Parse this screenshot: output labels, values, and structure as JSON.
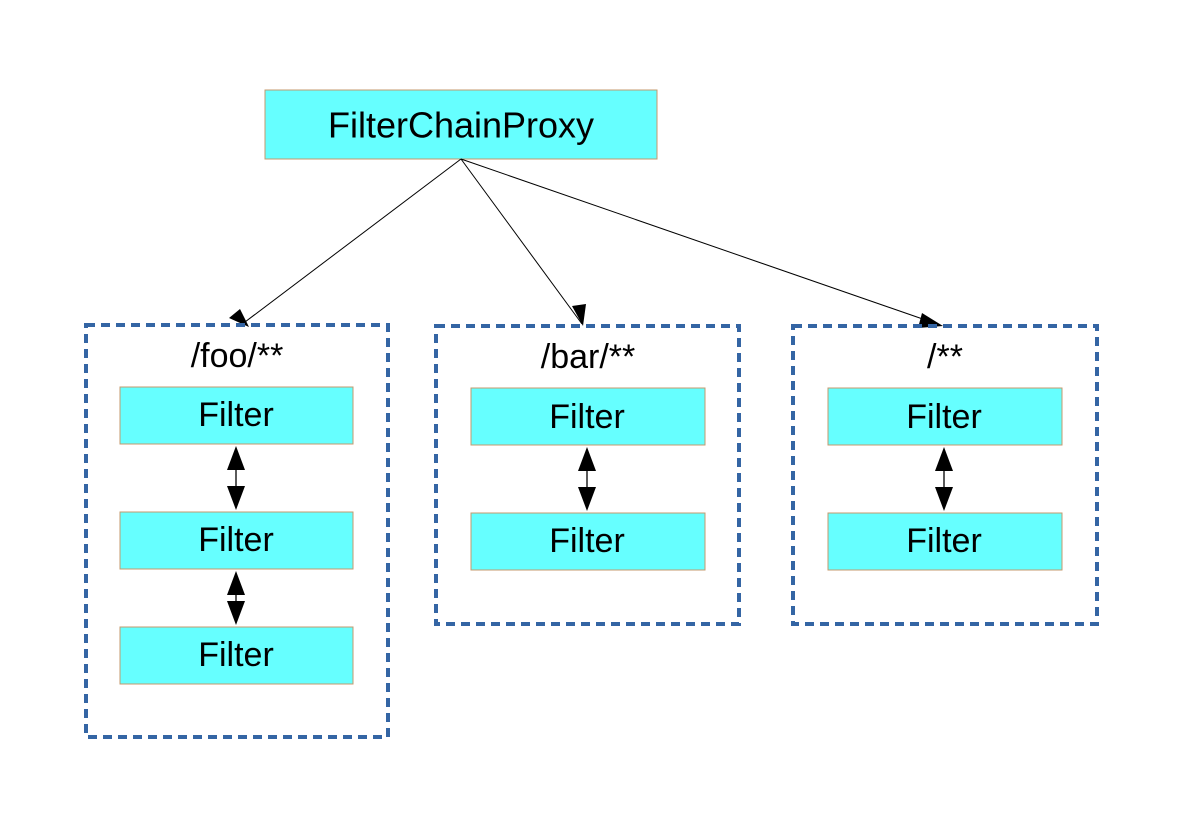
{
  "root": {
    "label": "FilterChainProxy"
  },
  "chains": [
    {
      "pattern": "/foo/**",
      "filters": [
        "Filter",
        "Filter",
        "Filter"
      ]
    },
    {
      "pattern": "/bar/**",
      "filters": [
        "Filter",
        "Filter"
      ]
    },
    {
      "pattern": "/**",
      "filters": [
        "Filter",
        "Filter"
      ]
    }
  ],
  "colors": {
    "box_fill": "#66ffff",
    "box_border": "#c49a6c",
    "group_border": "#3465a4",
    "line": "#000000"
  }
}
